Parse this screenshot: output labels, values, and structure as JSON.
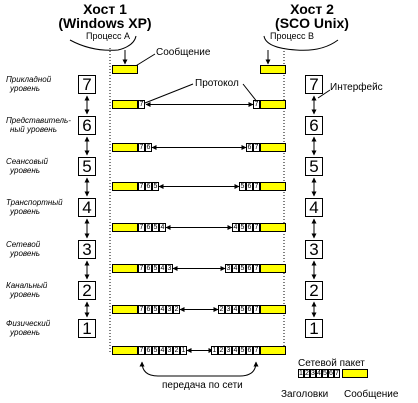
{
  "hosts": [
    {
      "title_line1": "Хост 1",
      "title_line2": "(Windows XP)",
      "process": "Процесс А"
    },
    {
      "title_line1": "Хост 2",
      "title_line2": "(SCO Unix)",
      "process": "Процесс В"
    }
  ],
  "callouts": {
    "message": "Сообщение",
    "protocol": "Протокол",
    "interface": "Интерфейс",
    "network_transfer": "передача по сети"
  },
  "layers": [
    {
      "number": "7",
      "label_line1": "Прикладной",
      "label_line2": "уровень"
    },
    {
      "number": "6",
      "label_line1": "Представитель-",
      "label_line2": "ный уровень"
    },
    {
      "number": "5",
      "label_line1": "Сеансовый",
      "label_line2": "уровень"
    },
    {
      "number": "4",
      "label_line1": "Транспортный",
      "label_line2": "уровень"
    },
    {
      "number": "3",
      "label_line1": "Сетевой",
      "label_line2": "уровень"
    },
    {
      "number": "2",
      "label_line1": "Канальный",
      "label_line2": "уровень"
    },
    {
      "number": "1",
      "label_line1": "Физический",
      "label_line2": "уровень"
    }
  ],
  "legend": {
    "title": "Сетевой пакет",
    "headers_label": "Заголовки",
    "message_label": "Сообщение",
    "header_digits": [
      "1",
      "2",
      "3",
      "4",
      "5",
      "6",
      "7"
    ]
  },
  "colors": {
    "message_fill": "#ffff00",
    "line": "#000000"
  }
}
